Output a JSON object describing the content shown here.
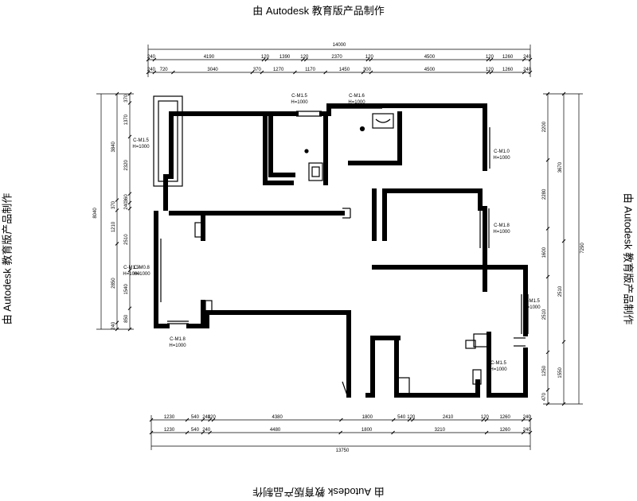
{
  "watermark": "由 Autodesk 教育版产品制作",
  "dimensions": {
    "top_total": "14000",
    "top_row1": [
      "240",
      "4190",
      "120",
      "1390",
      "120",
      "2370",
      "120",
      "4500",
      "120",
      "1260",
      "240"
    ],
    "top_row2": [
      "240",
      "720",
      "3040",
      "370",
      "1270",
      "1170",
      "1450",
      "300",
      "4500",
      "120",
      "1260",
      "240"
    ],
    "bottom_row1": [
      "1230",
      "540",
      "240",
      "120",
      "4380",
      "1800",
      "540",
      "120",
      "2410",
      "120",
      "1260",
      "240"
    ],
    "bottom_row2": [
      "1230",
      "540",
      "240",
      "4480",
      "1800",
      "3210",
      "1260",
      "240"
    ],
    "bottom_total": "13750",
    "left_outer": "8040",
    "left_row1": [
      "3840",
      "370",
      "1210",
      "2850",
      "240"
    ],
    "left_row2": [
      "370",
      "1370",
      "2320",
      "360",
      "240",
      "2510",
      "1540",
      "850"
    ],
    "right_outer": "7290",
    "right_row1": [
      "3670",
      "2510",
      "1550"
    ],
    "right_row2": [
      "2200",
      "2280",
      "1600",
      "2510",
      "1250",
      "470"
    ]
  },
  "rooms": [
    {
      "line1": "C-M1.5",
      "line2": "H=1000"
    },
    {
      "line1": "C-M1.5",
      "line2": "H=1000"
    },
    {
      "line1": "C-M1.6",
      "line2": "H=1000"
    },
    {
      "line1": "C-M1.0",
      "line2": "H=1000"
    },
    {
      "line1": "C-M1.8",
      "line2": "H=1000"
    },
    {
      "line1": "C-M0.8",
      "line2": "H=1000"
    },
    {
      "line1": "C-M1.8",
      "line2": "H=1000"
    },
    {
      "line1": "C-M1.5",
      "line2": "H=1000"
    },
    {
      "line1": "C-M1.5",
      "line2": "H=1000"
    },
    {
      "line1": "C-M1.3",
      "line2": "H=1000"
    }
  ]
}
